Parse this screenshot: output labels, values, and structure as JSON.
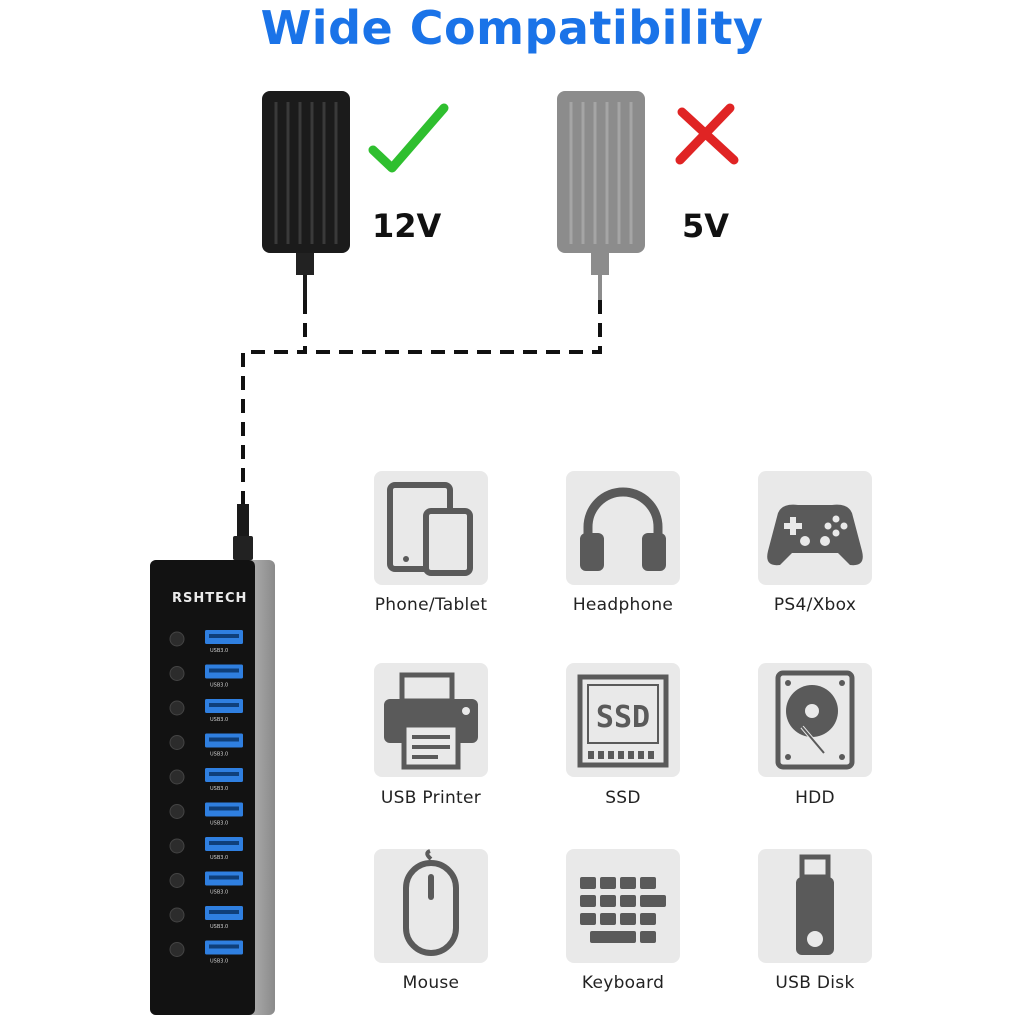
{
  "title": "Wide Compatibility",
  "adapters": [
    {
      "voltage": "12V",
      "status": "check-icon",
      "color": "#1b1b1b"
    },
    {
      "voltage": "5V",
      "status": "cross-icon",
      "color": "#8c8c8c"
    }
  ],
  "hub": {
    "brand": "RSHTECH",
    "port_label": "USB3.0",
    "port_count": 10
  },
  "devices": [
    {
      "label": "Phone/Tablet",
      "icon": "phone-tablet-icon"
    },
    {
      "label": "Headphone",
      "icon": "headphone-icon"
    },
    {
      "label": "PS4/Xbox",
      "icon": "gamepad-icon"
    },
    {
      "label": "USB Printer",
      "icon": "printer-icon"
    },
    {
      "label": "SSD",
      "icon": "ssd-icon"
    },
    {
      "label": "HDD",
      "icon": "hdd-icon"
    },
    {
      "label": "Mouse",
      "icon": "mouse-icon"
    },
    {
      "label": "Keyboard",
      "icon": "keyboard-icon"
    },
    {
      "label": "USB Disk",
      "icon": "usb-disk-icon"
    }
  ],
  "colors": {
    "title": "#1a73e8",
    "check": "#2fbf2f",
    "cross": "#e02424",
    "port": "#2f7fe0",
    "icon": "#5a5a5a",
    "tile": "#e9e9e9"
  }
}
